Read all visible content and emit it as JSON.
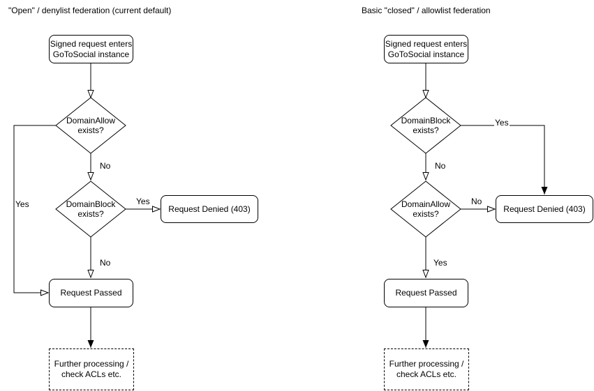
{
  "colors": {
    "stroke": "#000000",
    "background": "#ffffff",
    "text": "#000000"
  },
  "left": {
    "title": "\"Open\" / denylist federation (current default)",
    "start": "Signed request enters\nGoToSocial instance",
    "decision1": "DomainAllow\nexists?",
    "decision2": "DomainBlock\nexists?",
    "denied": "Request Denied (403)",
    "passed": "Request Passed",
    "further": "Further processing /\ncheck ACLs etc.",
    "labels": {
      "decision1_yes": "Yes",
      "decision1_no": "No",
      "decision2_yes": "Yes",
      "decision2_no": "No"
    }
  },
  "right": {
    "title": "Basic \"closed\" / allowlist federation",
    "start": "Signed request enters\nGoToSocial instance",
    "decision1": "DomainBlock\nexists?",
    "decision2": "DomainAllow\nexists?",
    "denied": "Request Denied (403)",
    "passed": "Request Passed",
    "further": "Further processing /\ncheck ACLs etc.",
    "labels": {
      "decision1_yes": "Yes",
      "decision1_no": "No",
      "decision2_yes": "Yes",
      "decision2_no": "No"
    }
  }
}
